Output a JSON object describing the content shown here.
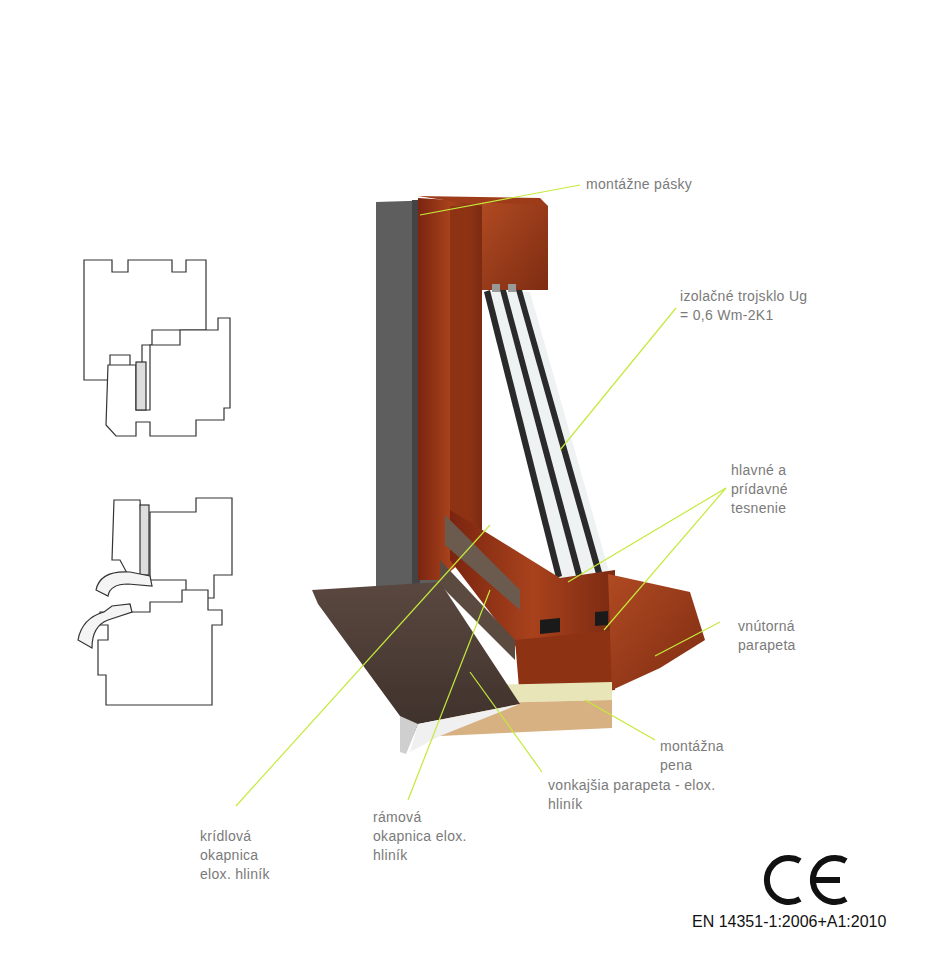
{
  "diagram": {
    "labels": [
      "montážne pásky",
      "izolačné trojsklo Ug = 0,6 Wm-2K1",
      "hlavné a prídavné tesnenie",
      "vnútorná parapeta",
      "montážna pena",
      "vonkajšia parapeta - elox. hliník",
      "rámová okapnica elox. hliník",
      "krídlová okapnica elox. hliník",
      "EN 14351-1:2006+A1:2010"
    ]
  }
}
